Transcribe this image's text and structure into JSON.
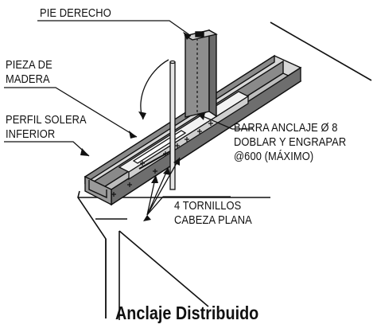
{
  "labels": {
    "pie_derecho": "PIE DERECHO",
    "pieza_line1": "PIEZA DE",
    "pieza_line2": "MADERA",
    "perfil_line1": "PERFIL SOLERA",
    "perfil_line2": "INFERIOR",
    "barra_line1": "BARRA ANCLAJE Ø 8",
    "barra_line2": "DOBLAR Y ENGRAPAR",
    "barra_line3": "@600 (MÁXIMO)",
    "tornillos_line1": "4 TORNILLOS",
    "tornillos_line2": "CABEZA PLANA"
  },
  "caption": "Anclaje Distribuido"
}
